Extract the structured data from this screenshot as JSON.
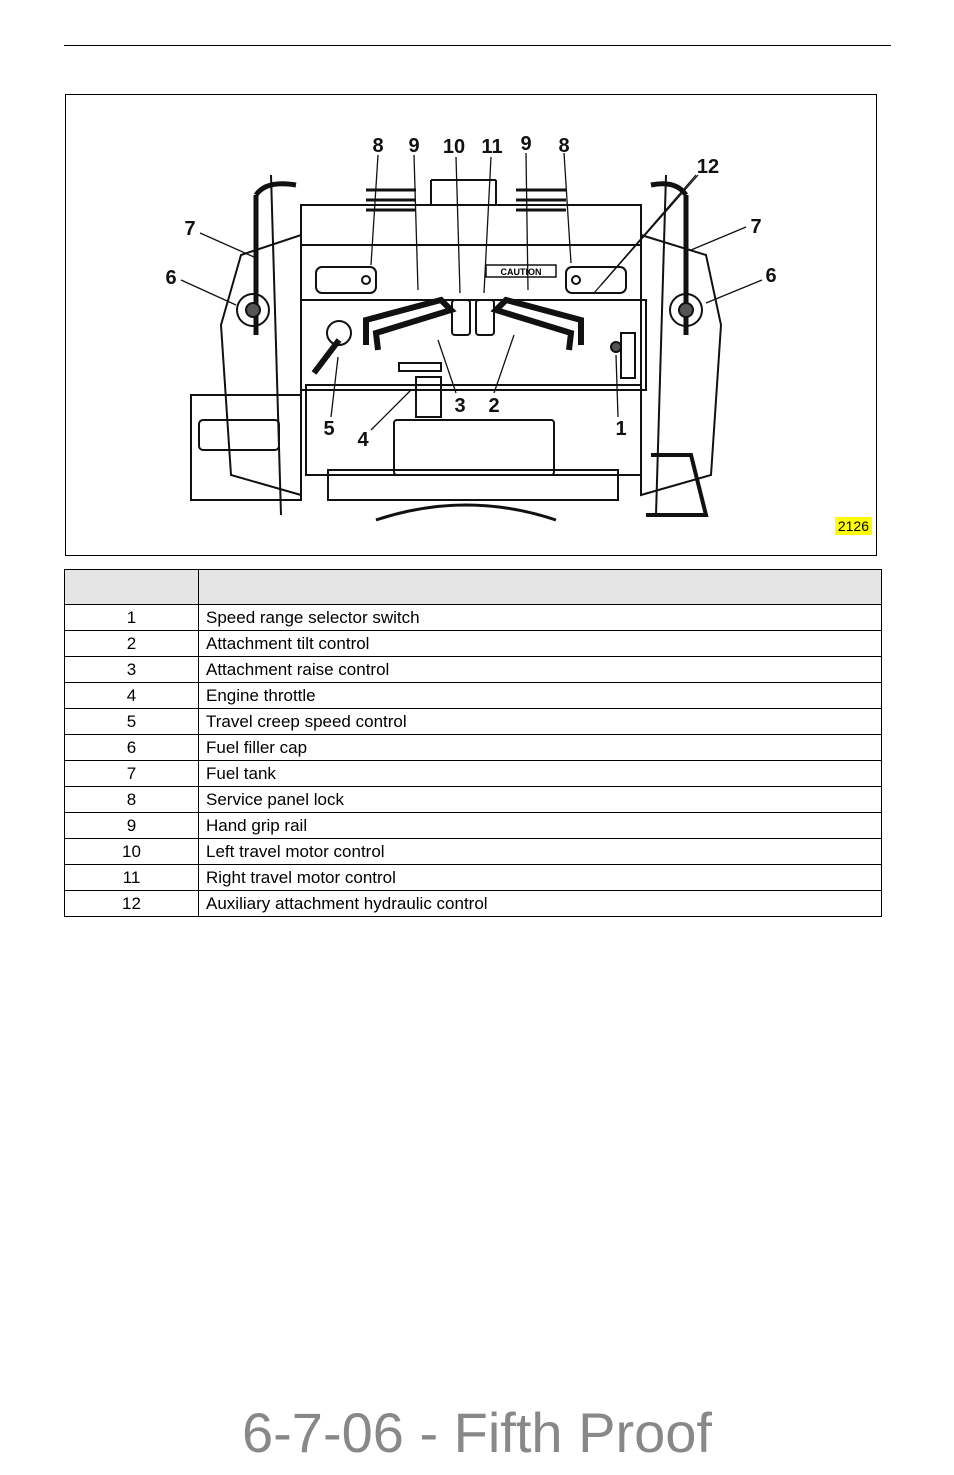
{
  "figure": {
    "id_label": "2126",
    "callouts": [
      "8",
      "9",
      "10",
      "11",
      "9",
      "8",
      "12",
      "7",
      "7",
      "6",
      "6",
      "5",
      "4",
      "3",
      "2",
      "1"
    ],
    "decal_text": "CAUTION"
  },
  "legend": {
    "headers": [
      "",
      ""
    ],
    "rows": [
      {
        "num": "1",
        "desc": "Speed range selector switch"
      },
      {
        "num": "2",
        "desc": "Attachment tilt control"
      },
      {
        "num": "3",
        "desc": "Attachment raise control"
      },
      {
        "num": "4",
        "desc": "Engine throttle"
      },
      {
        "num": "5",
        "desc": "Travel creep speed control"
      },
      {
        "num": "6",
        "desc": "Fuel filler cap"
      },
      {
        "num": "7",
        "desc": "Fuel tank"
      },
      {
        "num": "8",
        "desc": "Service panel lock"
      },
      {
        "num": "9",
        "desc": "Hand grip rail"
      },
      {
        "num": "10",
        "desc": "Left travel motor control"
      },
      {
        "num": "11",
        "desc": "Right travel motor control"
      },
      {
        "num": "12",
        "desc": "Auxiliary attachment hydraulic control"
      }
    ]
  },
  "watermark": "6-7-06 - Fifth Proof"
}
